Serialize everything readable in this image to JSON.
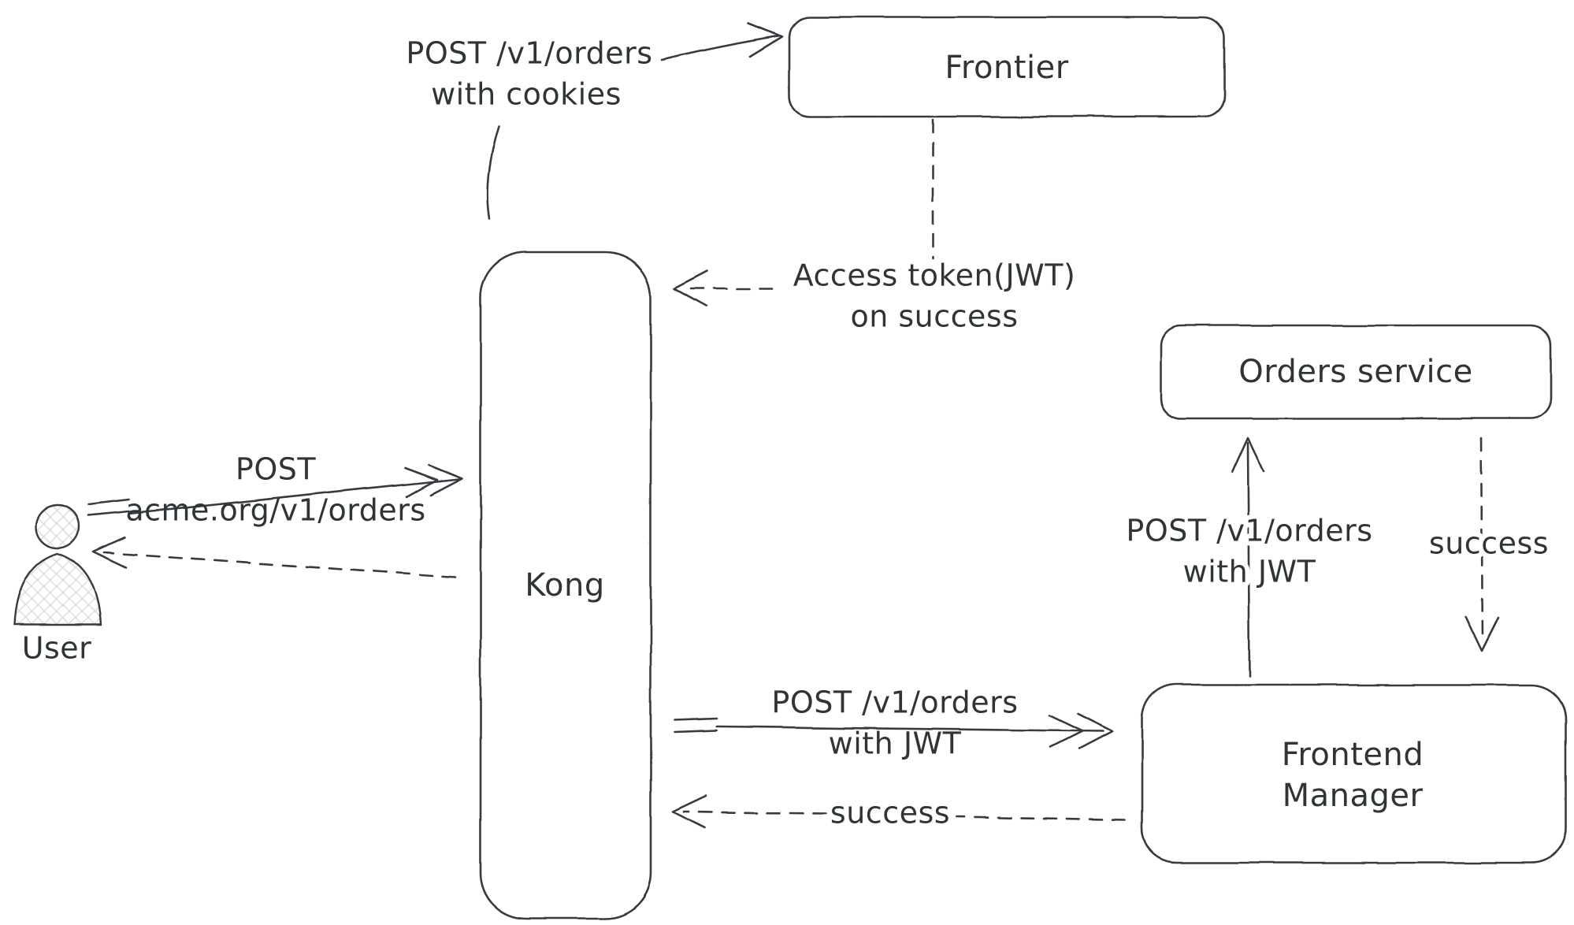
{
  "diagram": {
    "background": "#ffffff",
    "stroke_color": "#343a40",
    "text_color": "#2f3437",
    "nodes": {
      "frontier": {
        "label": "Frontier"
      },
      "kong": {
        "label": "Kong"
      },
      "orders_service": {
        "label": "Orders service"
      },
      "frontend_manager": {
        "line1": "Frontend",
        "line2": "Manager"
      },
      "user": {
        "label": "User"
      }
    },
    "edges": {
      "post_orders_cookies": {
        "line1": "POST /v1/orders",
        "line2": "with cookies"
      },
      "access_token": {
        "line1": "Access token(JWT)",
        "line2": "on success"
      },
      "post_acme": {
        "line1": "POST",
        "line2": "acme.org/v1/orders"
      },
      "post_orders_jwt_to_fm": {
        "line1": "POST /v1/orders",
        "line2": "with JWT"
      },
      "success_fm_to_kong": {
        "label": "success"
      },
      "post_orders_jwt_to_orders": {
        "line1": "POST /v1/orders",
        "line2": "with JWT"
      },
      "success_orders_to_fm": {
        "label": "success"
      }
    }
  }
}
